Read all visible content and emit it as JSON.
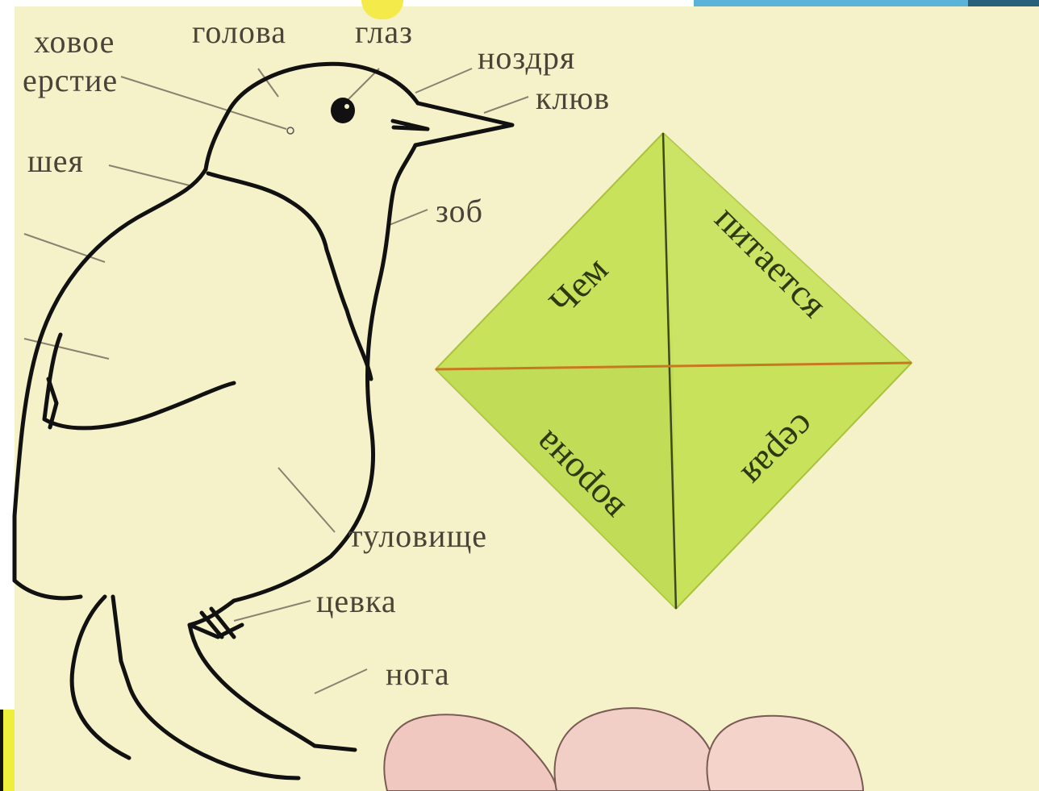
{
  "labels": {
    "ear": "ховое\nерстие",
    "ear_line1": "ховое",
    "ear_line2": "ерстие",
    "head": "голова",
    "eye": "глаз",
    "nostril": "ноздря",
    "beak": "клюв",
    "neck": "шея",
    "crop": "зоб",
    "body": "туловище",
    "tarsus": "цевка",
    "leg": "нога"
  },
  "fortune_teller": {
    "top_left": "Чем",
    "top_right": "питается",
    "bottom_right": "серая",
    "bottom_left": "ворона"
  },
  "colors": {
    "poster": "#f5f1c8",
    "paper_green": "#c6e05a",
    "ink": "#111111",
    "label": "#4a4438",
    "accent_blue": "#5bb3d8"
  }
}
